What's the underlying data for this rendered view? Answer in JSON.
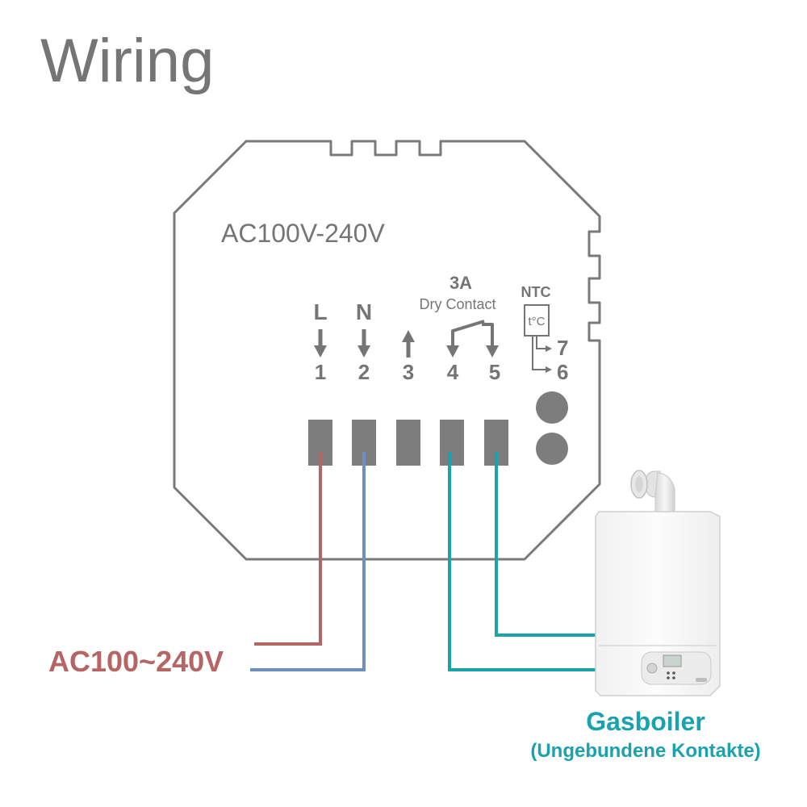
{
  "title": "Wiring",
  "module": {
    "voltage_label": "AC100V-240V",
    "relay_rating": "3A",
    "relay_type": "Dry Contact",
    "sensor_label": "NTC",
    "sensor_symbol": "t°C",
    "terminal_letters": {
      "t1": "L",
      "t2": "N"
    },
    "terminals": [
      "1",
      "2",
      "3",
      "4",
      "5"
    ],
    "sensor_terminals": [
      "7",
      "6"
    ]
  },
  "supply": {
    "label": "AC100~240V"
  },
  "boiler": {
    "name": "Gasboiler",
    "note": "(Ungebundene Kontakte)",
    "icon": "gas-boiler-icon"
  },
  "colors": {
    "outline": "#7a7a7a",
    "terminal_block": "#7d7d7d",
    "wire_live": "#b56563",
    "wire_neutral": "#6f8fc2",
    "wire_relay": "#1aa3ac",
    "text_gray": "#757575"
  }
}
